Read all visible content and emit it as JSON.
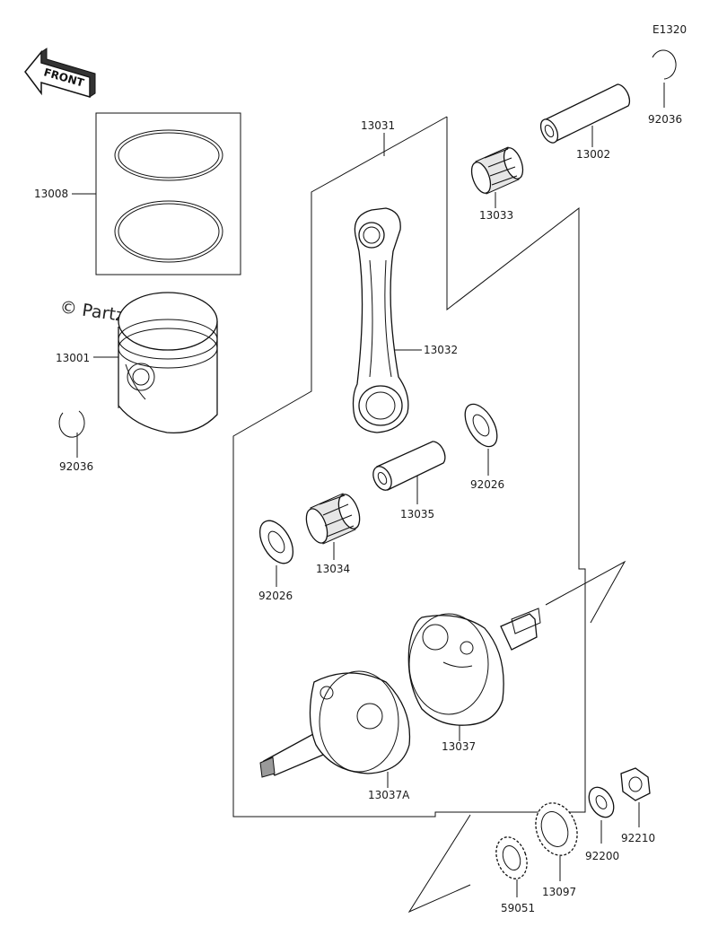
{
  "diagram_code": "E1320",
  "front_label": "FRONT",
  "watermark": "© Partzilla.com",
  "parts": {
    "ring_clip_top": "92036",
    "piston_pin": "13002",
    "needle_bearing_small": "13033",
    "connecting_rod_assy": "13031",
    "piston_ring_set": "13008",
    "piston": "13001",
    "ring_clip_left": "92036",
    "connecting_rod": "13032",
    "washer_right": "92026",
    "crank_pin": "13035",
    "needle_bearing_big": "13034",
    "washer_left": "92026",
    "crank_half_right": "13037",
    "crank_half_left": "13037A",
    "nut": "92210",
    "washer_nut": "92200",
    "gear_large": "13097",
    "gear_small": "59051"
  }
}
